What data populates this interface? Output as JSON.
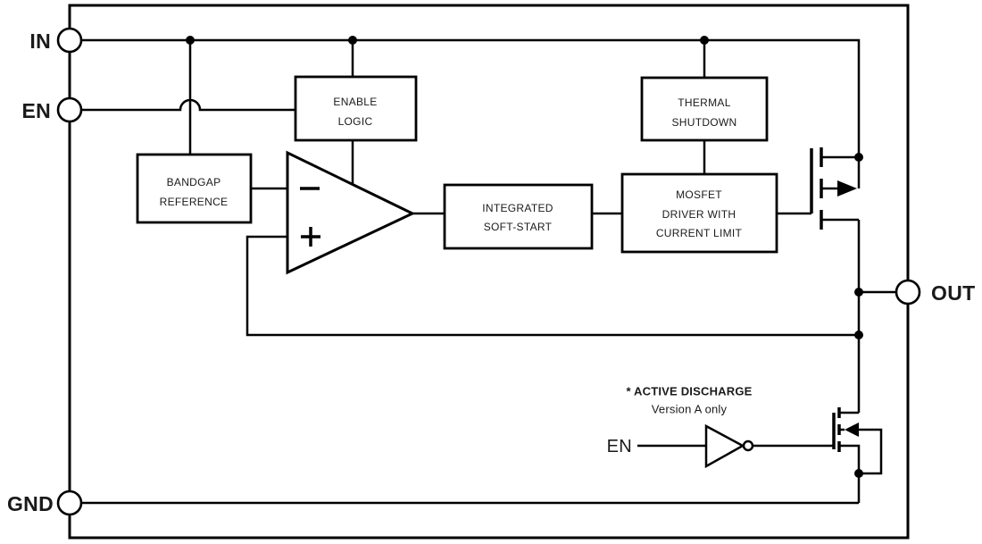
{
  "diagram": {
    "background": "#ffffff",
    "line_color": "#000000",
    "text_color": "#1a1a1a",
    "pins": {
      "in": {
        "label": "IN"
      },
      "en": {
        "label": "EN"
      },
      "gnd": {
        "label": "GND"
      },
      "out": {
        "label": "OUT"
      }
    },
    "blocks": {
      "enable_logic": {
        "lines": [
          "ENABLE",
          "LOGIC"
        ]
      },
      "bandgap": {
        "lines": [
          "BANDGAP",
          "REFERENCE"
        ]
      },
      "soft_start": {
        "lines": [
          "INTEGRATED",
          "SOFT-START"
        ]
      },
      "thermal": {
        "lines": [
          "THERMAL",
          "SHUTDOWN"
        ]
      },
      "mosfet_driver": {
        "lines": [
          "MOSFET",
          "DRIVER WITH",
          "CURRENT LIMIT"
        ]
      }
    },
    "discharge": {
      "note_title": "* ACTIVE DISCHARGE",
      "note_subtitle": "Version A only",
      "en_label": "EN"
    }
  }
}
